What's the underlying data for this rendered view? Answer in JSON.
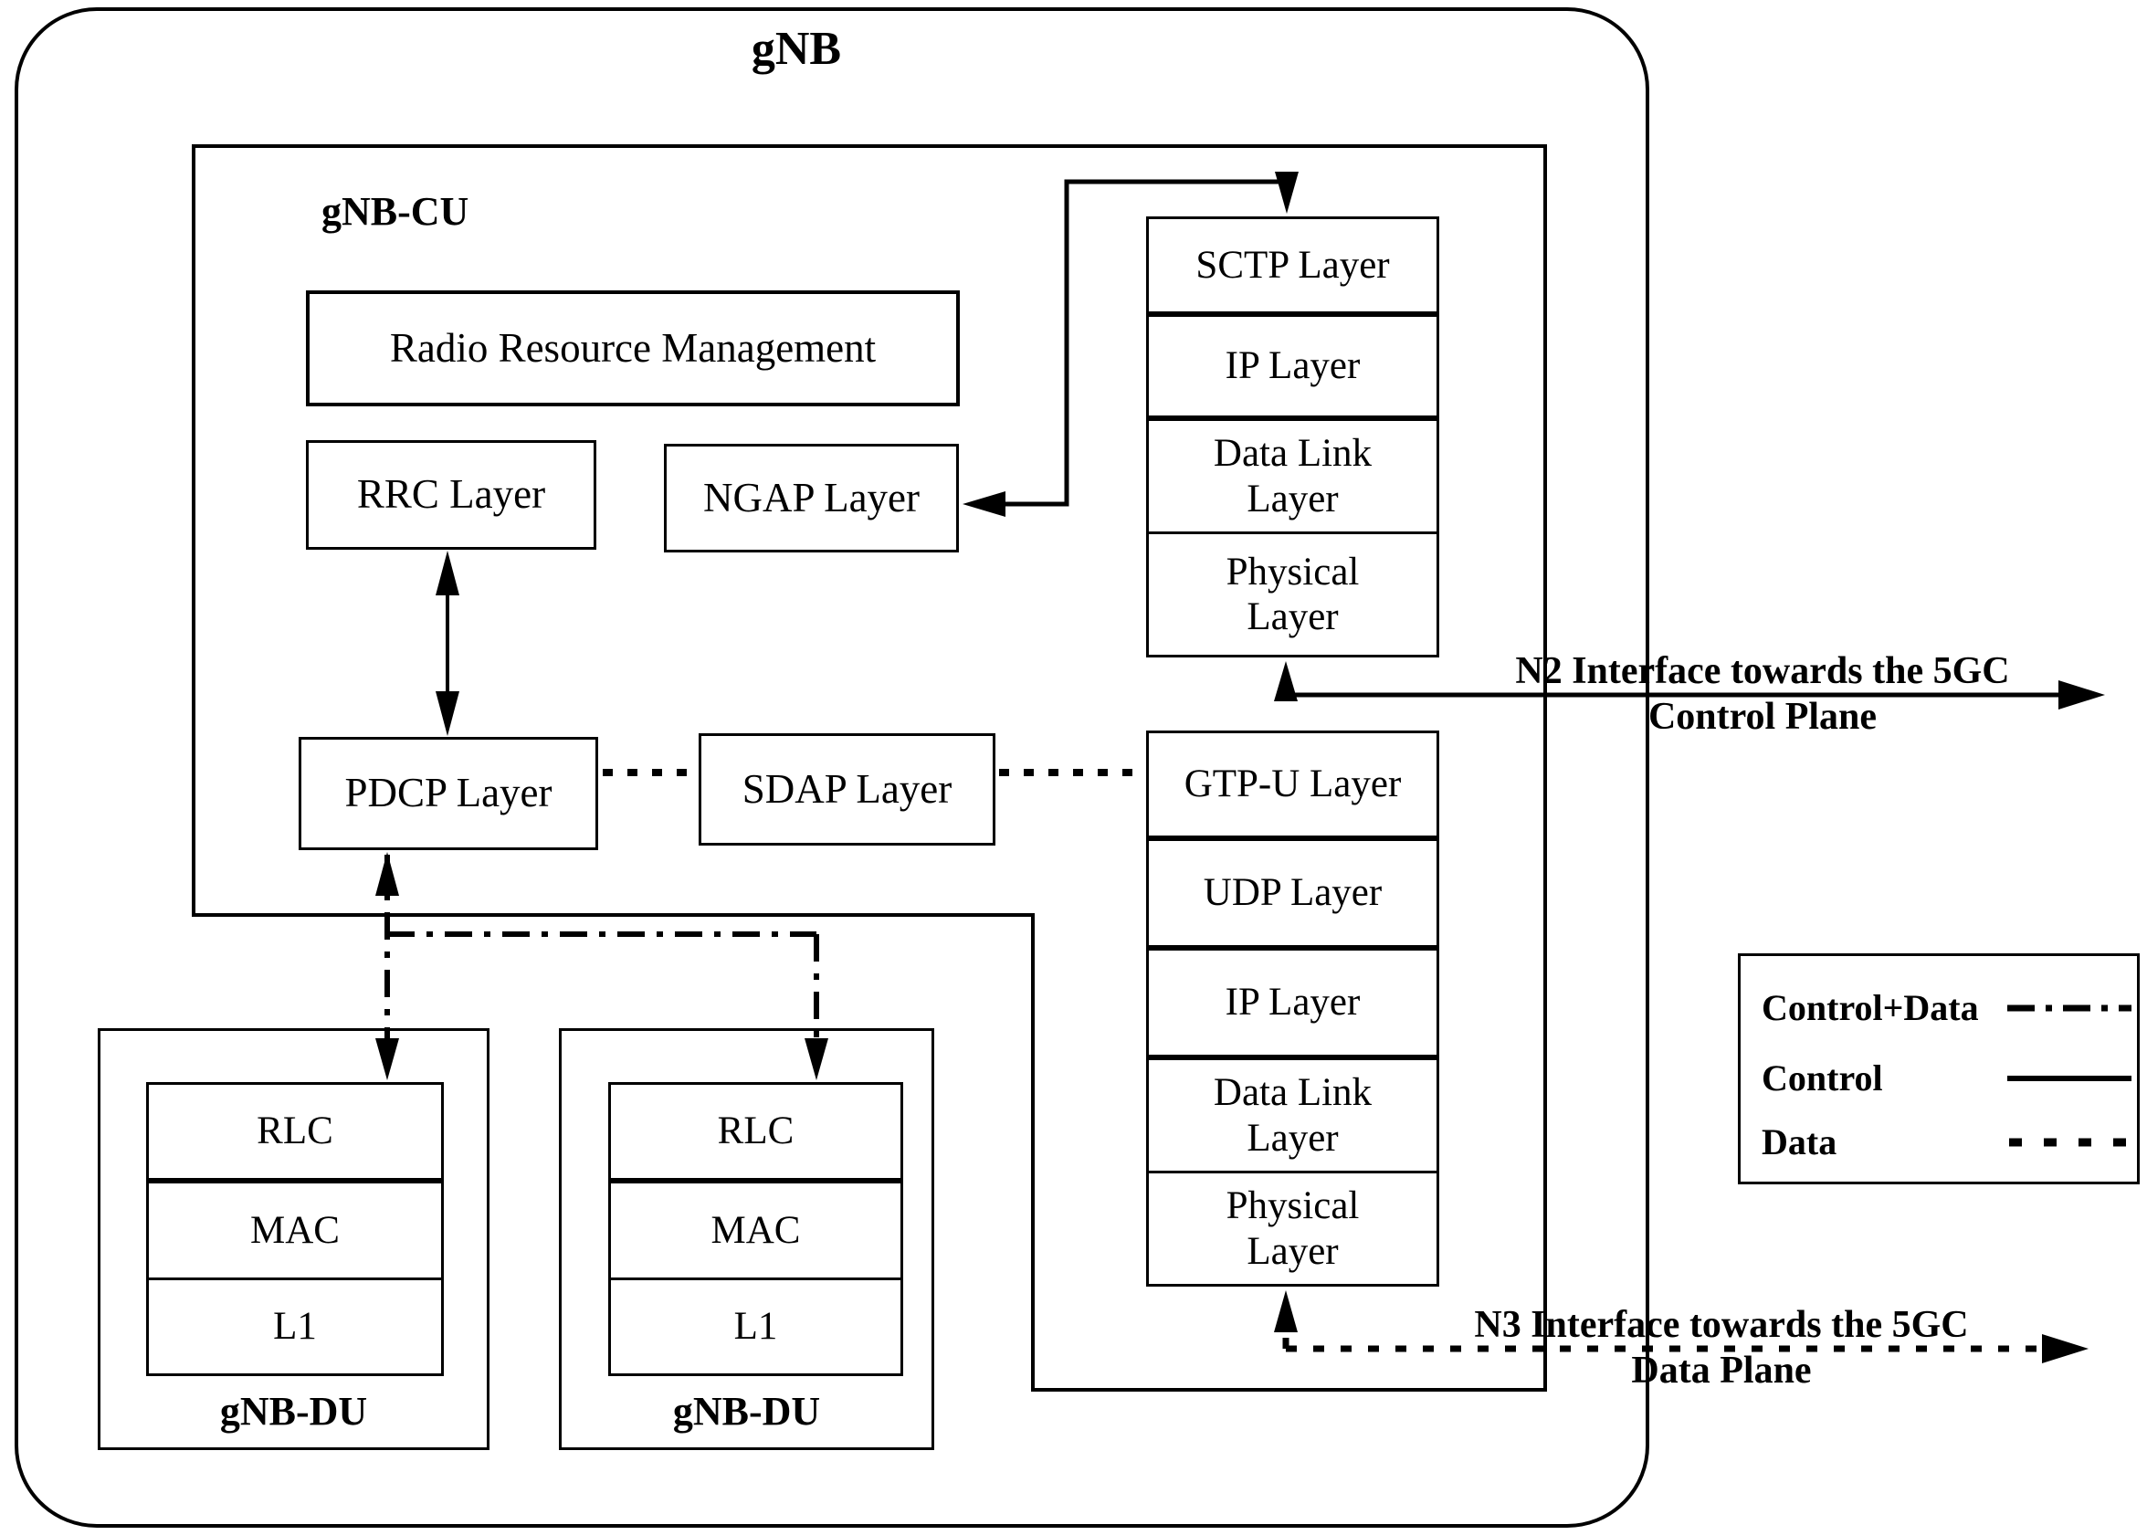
{
  "title": "gNB",
  "cu": {
    "label": "gNB-CU",
    "rrm": "Radio Resource Management",
    "rrc": "RRC Layer",
    "ngap": "NGAP Layer",
    "pdcp": "PDCP Layer",
    "sdap": "SDAP Layer",
    "sctp_stack": [
      "SCTP Layer",
      "IP Layer",
      "Data Link\nLayer",
      "Physical\nLayer"
    ],
    "gtpu_stack": [
      "GTP-U Layer",
      "UDP Layer",
      "IP Layer",
      "Data Link\nLayer",
      "Physical\nLayer"
    ]
  },
  "du1": {
    "label": "gNB-DU",
    "rows": [
      "RLC",
      "MAC",
      "L1"
    ]
  },
  "du2": {
    "label": "gNB-DU",
    "rows": [
      "RLC",
      "MAC",
      "L1"
    ]
  },
  "n2": {
    "line1": "N2 Interface towards the 5GC",
    "line2": "Control Plane"
  },
  "n3": {
    "line1": "N3 Interface towards the 5GC",
    "line2": "Data Plane"
  },
  "legend": {
    "entries": [
      {
        "label": "Control+Data",
        "style": "dashdot"
      },
      {
        "label": "Control",
        "style": "solid"
      },
      {
        "label": "Data",
        "style": "dotted"
      }
    ]
  },
  "colors": {
    "ink": "#000000",
    "background": "#ffffff"
  }
}
